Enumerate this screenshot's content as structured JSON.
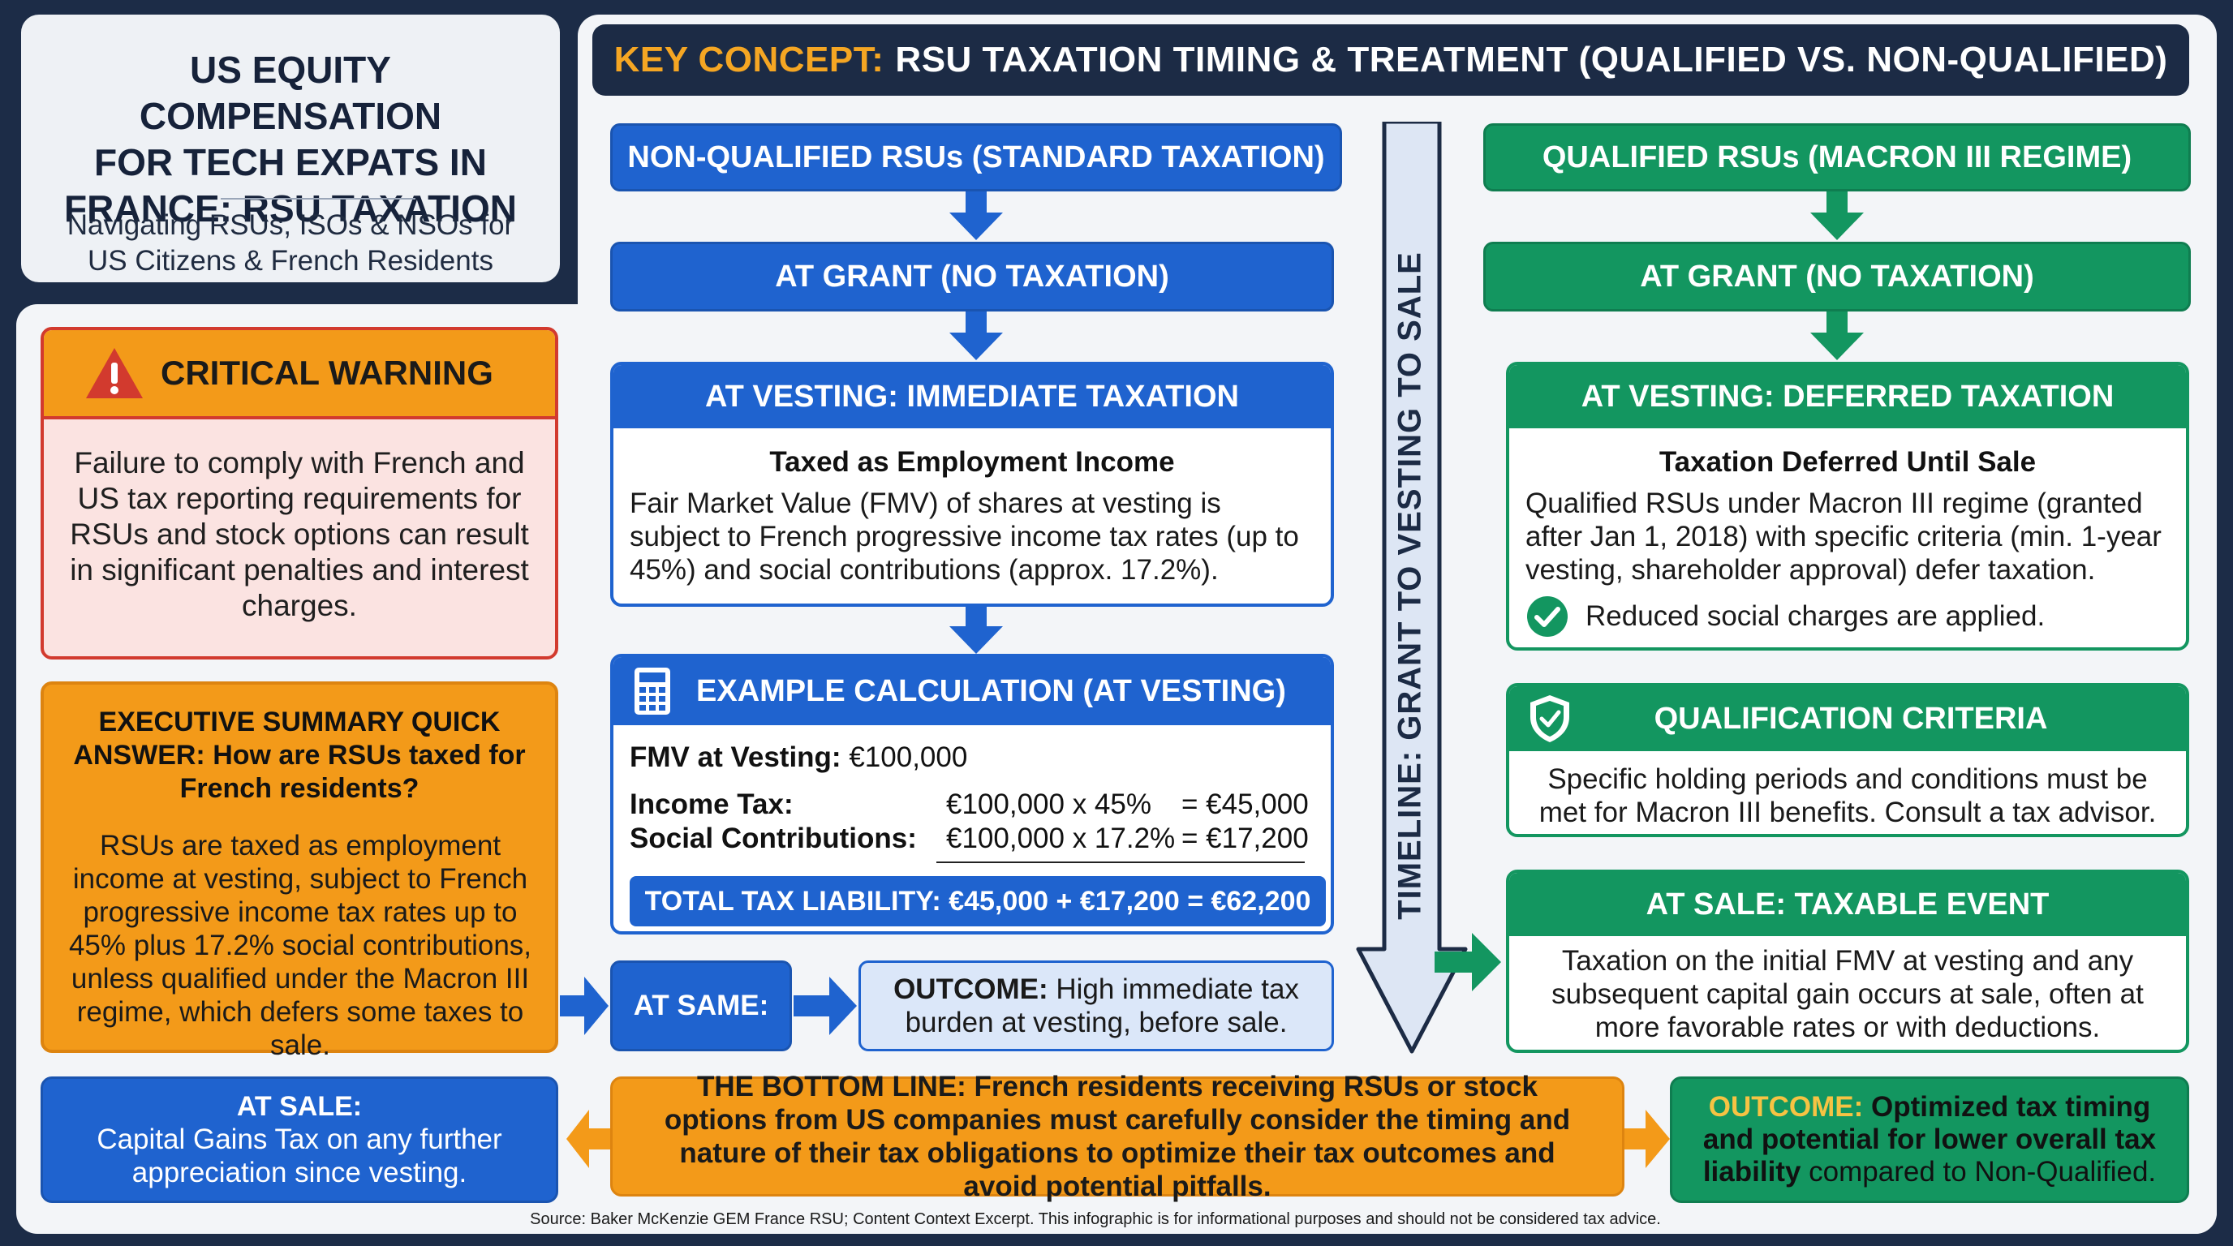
{
  "title_panel": {
    "title_line1": "US EQUITY COMPENSATION",
    "title_line2": "FOR TECH EXPATS IN",
    "title_line3": "FRANCE: RSU TAXATION",
    "subtitle_line1": "Navigating RSUs, ISOs & NSOs for",
    "subtitle_line2": "US Citizens & French Residents"
  },
  "key_concept": {
    "label": "KEY CONCEPT:",
    "text": "RSU TAXATION TIMING & TREATMENT (QUALIFIED VS. NON-QUALIFIED)"
  },
  "warning": {
    "icon": "warning-triangle-icon",
    "title": "CRITICAL WARNING",
    "text": "Failure to comply with French and US tax reporting requirements for RSUs and stock options can result in significant penalties and interest charges."
  },
  "exec_summary": {
    "title": "EXECUTIVE SUMMARY QUICK ANSWER: How are RSUs taxed for French residents?",
    "text": "RSUs are taxed as employment income at vesting, subject to French progressive income tax rates up to 45% plus 17.2% social contributions, unless qualified under the Macron III regime, which defers some taxes to sale."
  },
  "sale_left": {
    "title": "AT SALE:",
    "text": "Capital Gains Tax on any further appreciation since vesting."
  },
  "non_qualified": {
    "header": "NON-QUALIFIED RSUs (STANDARD TAXATION)",
    "grant": "AT GRANT (NO TAXATION)",
    "vesting_head": "AT VESTING: IMMEDIATE TAXATION",
    "vesting_sub": "Taxed as Employment Income",
    "vesting_text": "Fair Market Value (FMV) of shares at vesting is subject to French progressive income tax rates (up to 45%) and social contributions (approx. 17.2%)."
  },
  "calc": {
    "icon": "calculator-icon",
    "title": "EXAMPLE CALCULATION (AT VESTING)",
    "fmv_label": "FMV at Vesting:",
    "fmv_value": "€100,000",
    "income_label": "Income Tax:",
    "income_formula": "€100,000 x 45%",
    "income_result": "= €45,000",
    "social_label": "Social Contributions:",
    "social_formula": "€100,000 x 17.2%",
    "social_result": "= €17,200",
    "total": "TOTAL TAX LIABILITY:  €45,000 + €17,200 = €62,200"
  },
  "at_same": {
    "label": "AT SAME:"
  },
  "outcome_nq": {
    "label": "OUTCOME:",
    "text1": "High immediate tax",
    "text2": "burden at vesting, before sale."
  },
  "timeline": {
    "label": "TIMELINE: GRANT TO VESTING TO SALE"
  },
  "qualified": {
    "header": "QUALIFIED RSUs (MACRON III REGIME)",
    "grant": "AT GRANT (NO TAXATION)",
    "vesting_head": "AT VESTING: DEFERRED TAXATION",
    "vesting_sub": "Taxation Deferred Until Sale",
    "vesting_text": "Qualified RSUs under Macron III regime (granted after Jan 1, 2018) with specific criteria (min. 1-year vesting, shareholder approval) defer taxation.",
    "check_icon": "check-circle-icon",
    "check_text": "Reduced social charges are applied.",
    "criteria_icon": "shield-check-icon",
    "criteria_head": "QUALIFICATION CRITERIA",
    "criteria_text": "Specific holding periods and conditions must be met for Macron III benefits. Consult a tax advisor.",
    "sale_head": "AT SALE: TAXABLE EVENT",
    "sale_text": "Taxation on the initial FMV at vesting and any subsequent capital gain occurs at sale, often at more favorable rates or with deductions."
  },
  "bottom_line": {
    "text": "THE BOTTOM LINE: French residents receiving RSUs or stock options from US companies must carefully consider the timing and nature of their tax obligations to optimize their tax outcomes and avoid potential pitfalls."
  },
  "outcome_q": {
    "label": "OUTCOME:",
    "strong": "Optimized tax timing and potential for lower overall tax liability",
    "rest": "compared to Non-Qualified."
  },
  "source": {
    "text": "Source: Baker McKenzie GEM France RSU; Content Context Excerpt. This infographic is for informational purposes and should not be considered tax advice."
  },
  "colors": {
    "navy": "#1c2b45",
    "blue": "#1f63cf",
    "green": "#139660",
    "orange": "#f39a19",
    "red": "#d23a2e"
  }
}
